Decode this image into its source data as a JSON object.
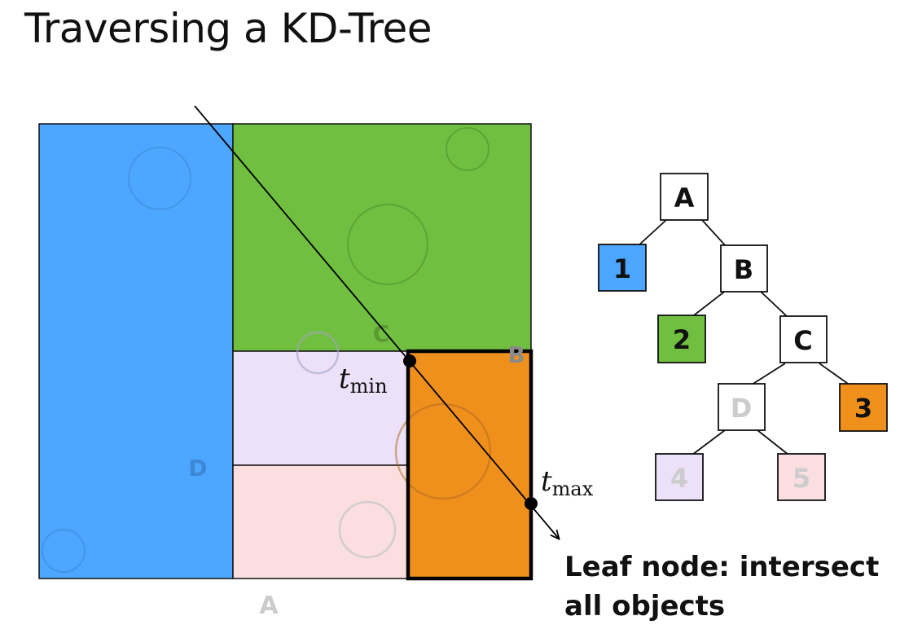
{
  "slide": {
    "title": "Traversing a KD-Tree",
    "caption_lines": [
      "Leaf node: intersect",
      "all objects"
    ]
  },
  "colors": {
    "leaf_1": "#4da6ff",
    "leaf_2": "#70bf40",
    "leaf_3": "#f0901c",
    "leaf_4": "#ece1f8",
    "leaf_5": "#fbdee0",
    "split_label": "#8a8a8a",
    "inactive_label": "#cccccc"
  },
  "space": {
    "split_labels": {
      "a": "A",
      "b": "B",
      "c": "C",
      "d": "D"
    },
    "ray_points": {
      "t_min": {
        "base": "t",
        "sub": "min"
      },
      "t_max": {
        "base": "t",
        "sub": "max"
      }
    }
  },
  "tree": {
    "nodes": {
      "a": {
        "label": "A",
        "kind": "interior"
      },
      "leaf_1": {
        "label": "1",
        "kind": "leaf"
      },
      "b": {
        "label": "B",
        "kind": "interior"
      },
      "leaf_2": {
        "label": "2",
        "kind": "leaf"
      },
      "c": {
        "label": "C",
        "kind": "interior"
      },
      "d": {
        "label": "D",
        "kind": "interior",
        "faded": true
      },
      "leaf_3": {
        "label": "3",
        "kind": "leaf"
      },
      "leaf_4": {
        "label": "4",
        "kind": "leaf",
        "faded": true
      },
      "leaf_5": {
        "label": "5",
        "kind": "leaf",
        "faded": true
      }
    },
    "edges": [
      [
        "a",
        "leaf_1"
      ],
      [
        "a",
        "b"
      ],
      [
        "b",
        "leaf_2"
      ],
      [
        "b",
        "c"
      ],
      [
        "c",
        "d"
      ],
      [
        "c",
        "leaf_3"
      ],
      [
        "d",
        "leaf_4"
      ],
      [
        "d",
        "leaf_5"
      ]
    ]
  }
}
